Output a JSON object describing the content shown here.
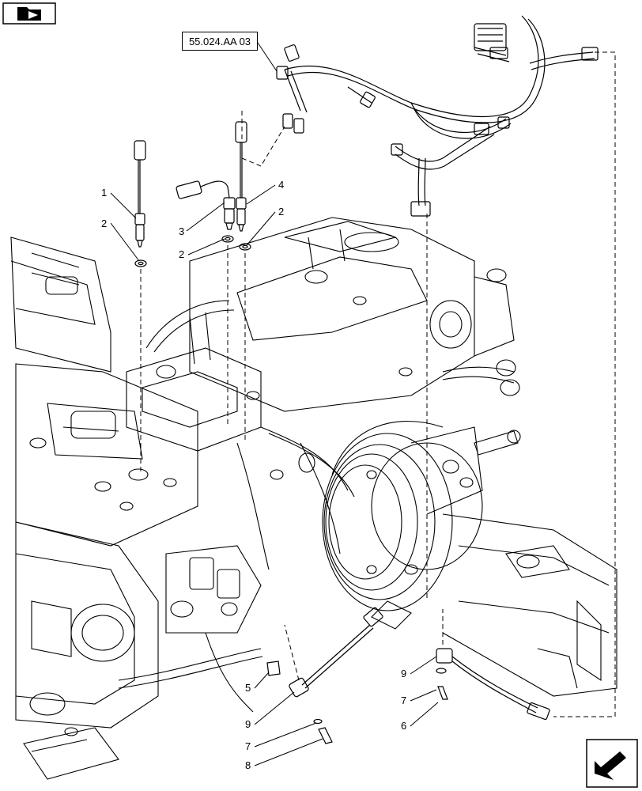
{
  "reference": "55.024.AA 03",
  "nav_icons": {
    "top_left": "folder-arrow-icon",
    "bottom_right": "next-page-arrow-icon"
  },
  "callouts": {
    "c1": "1",
    "c2a": "2",
    "c2b": "2",
    "c2c": "2",
    "c3": "3",
    "c4": "4",
    "c5": "5",
    "c6": "6",
    "c7a": "7",
    "c7b": "7",
    "c8": "8",
    "c9a": "9",
    "c9b": "9"
  }
}
